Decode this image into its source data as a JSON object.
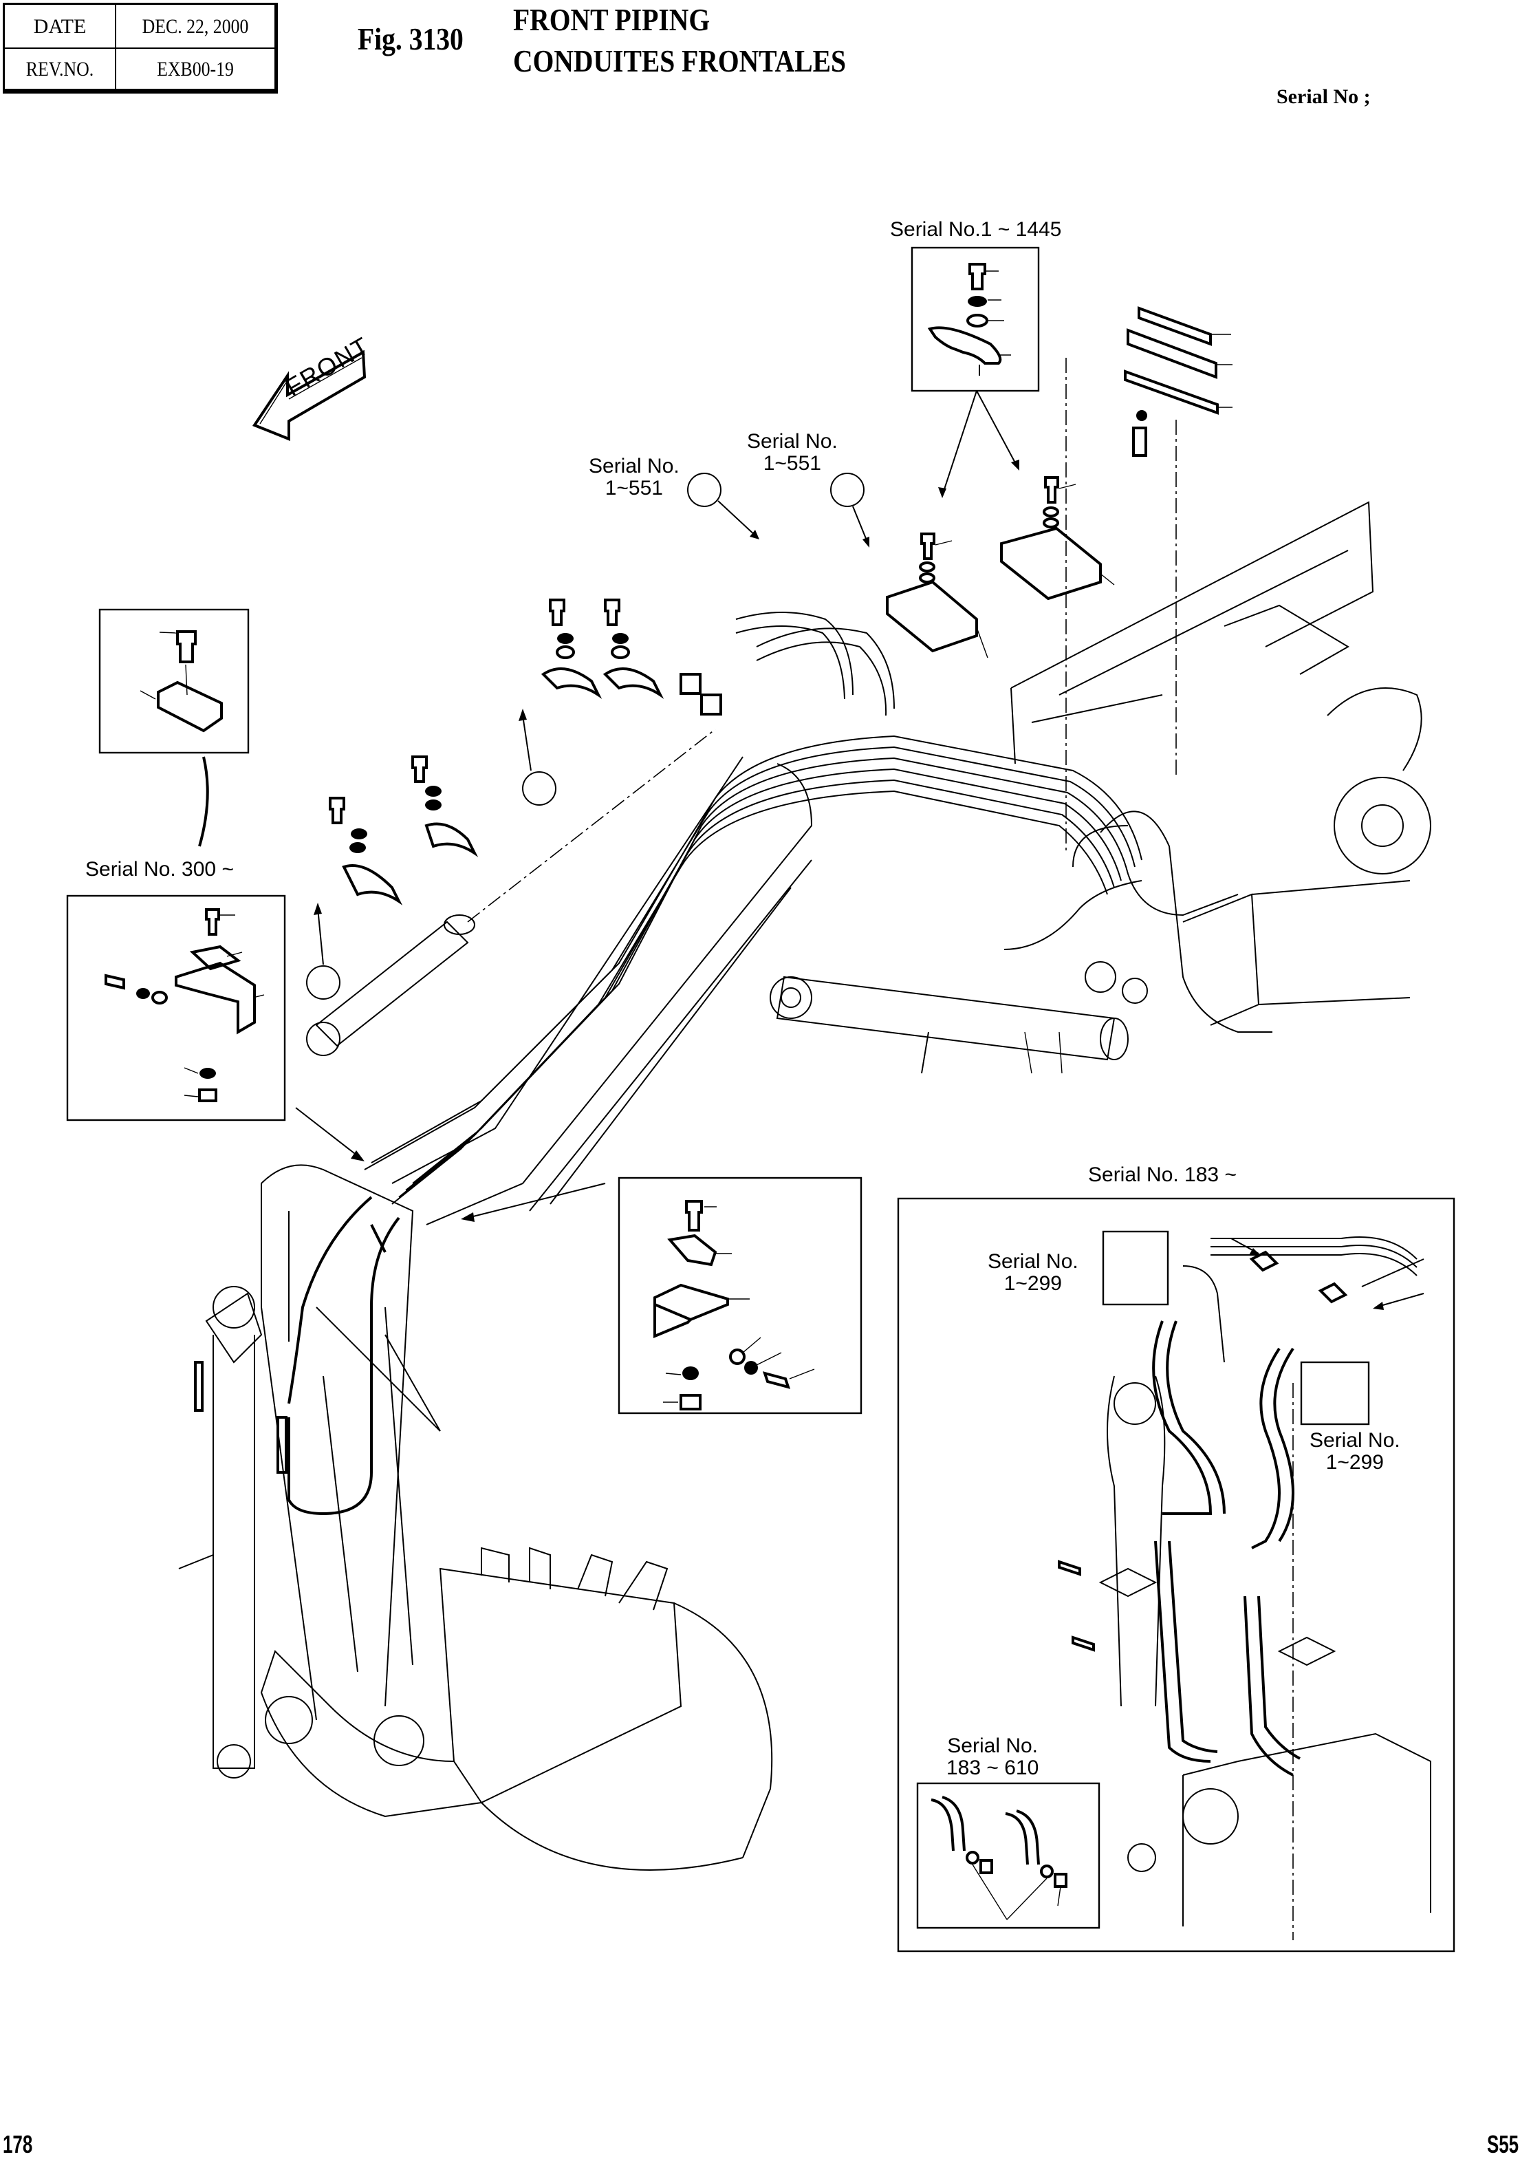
{
  "header": {
    "date_label": "DATE",
    "date_value": "DEC. 22, 2000",
    "rev_label": "REV.NO.",
    "rev_value": "EXB00-19",
    "figure_number": "Fig. 3130",
    "title_en": "FRONT PIPING",
    "title_fr": "CONDUITES FRONTALES",
    "serial_header": "Serial No ;"
  },
  "drawing": {
    "direction_arrow": {
      "icon": "front-arrow-icon",
      "text": "FRONT"
    },
    "callouts": [
      {
        "id": "inset-top-clamp",
        "line1": "Serial No.1 ~ 1445",
        "line2": ""
      },
      {
        "id": "hose-left",
        "line1": "Serial No.",
        "line2": "1~551"
      },
      {
        "id": "hose-right",
        "line1": "Serial No.",
        "line2": "1~551"
      },
      {
        "id": "inset-left-bracket",
        "line1": "Serial No. 300 ~",
        "line2": ""
      },
      {
        "id": "inset-arm-detail",
        "line1": "Serial No. 183 ~",
        "line2": ""
      },
      {
        "id": "arm-detail-upper",
        "line1": "Serial No.",
        "line2": "1~299"
      },
      {
        "id": "arm-detail-right",
        "line1": "Serial No.",
        "line2": "1~299"
      },
      {
        "id": "arm-detail-fitting",
        "line1": "Serial No.",
        "line2": "183 ~ 610"
      }
    ],
    "insets": [
      {
        "name": "clamp-inset-serial-1-1445",
        "parts": [
          "bolt",
          "spring-washer",
          "washer",
          "clamp"
        ]
      },
      {
        "name": "clamp-block-inset",
        "parts": [
          "bolt",
          "clamp-block"
        ]
      },
      {
        "name": "bracket-inset-serial-300",
        "parts": [
          "bolt",
          "clamp",
          "bracket",
          "washer",
          "spring-washer",
          "bolt",
          "spring-washer",
          "nut"
        ]
      },
      {
        "name": "bracket-inset-center",
        "parts": [
          "bolt",
          "clamp",
          "bracket",
          "washer",
          "spring-washer",
          "bolt",
          "spring-washer",
          "nut"
        ]
      },
      {
        "name": "arm-piping-inset-serial-183",
        "parts": [
          "hose",
          "pipe",
          "clamp",
          "bolt",
          "fitting"
        ]
      },
      {
        "name": "fitting-inset-serial-183-610",
        "parts": [
          "pipe",
          "o-ring",
          "adapter"
        ]
      }
    ]
  },
  "footer": {
    "page_number": "178",
    "model_code": "S55"
  }
}
